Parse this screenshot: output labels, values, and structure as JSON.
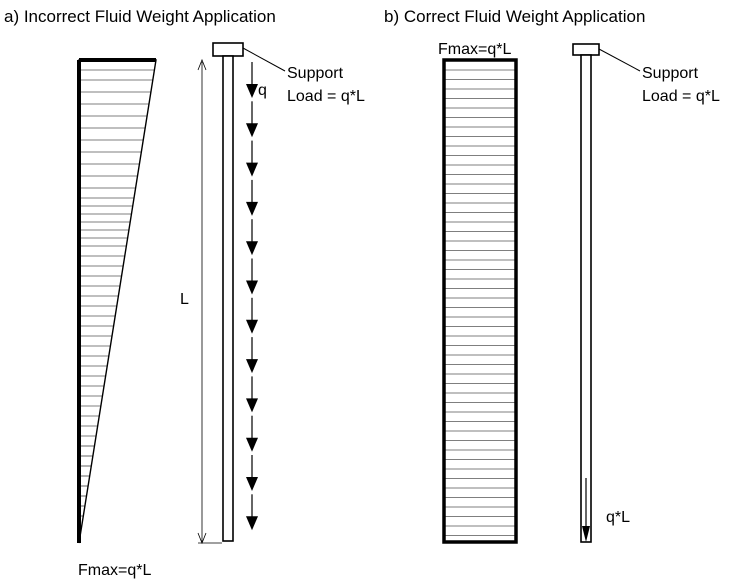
{
  "panel_a": {
    "title": "a) Incorrect Fluid Weight Application",
    "fmax_label": "Fmax=q*L",
    "support_label": "Support",
    "load_label": "Load = q*L",
    "q_label": "q",
    "length_label": "L",
    "distributed_arrow_count": 12
  },
  "panel_b": {
    "title": "b) Correct Fluid Weight Application",
    "fmax_label": "Fmax=q*L",
    "support_label": "Support",
    "load_label": "Load = q*L",
    "point_load_label": "q*L"
  }
}
